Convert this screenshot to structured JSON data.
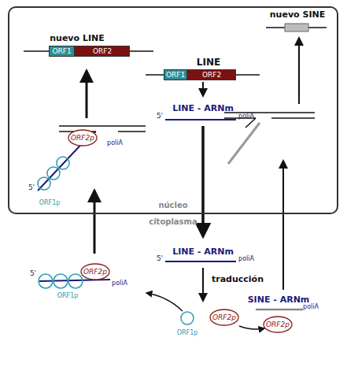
{
  "diagram": {
    "nodes": [
      {
        "text": [
          "núcleo"
        ]
      },
      {
        "text": [
          "ORF1"
        ],
        "in": 0
      },
      {
        "text": [
          "ORF2"
        ],
        "in": 0
      },
      {
        "text": [
          "ORF1"
        ],
        "in": 0
      },
      {
        "text": [
          "ORF2"
        ],
        "in": 0
      },
      {
        "text": [
          "ORF2p"
        ],
        "in": 0
      },
      {
        "text": [
          "ORF2p"
        ]
      },
      {
        "text": [
          "ORF2p"
        ]
      },
      {
        "text": [
          "ORF2p"
        ]
      }
    ],
    "labels": [
      "nuevo SINE",
      "nuevo LINE",
      "LINE",
      "LINE - ARNm",
      "5'",
      "poliA",
      "poliA",
      "5'",
      "ORF1p",
      "citoplasma",
      "LINE - ARNm",
      "5'",
      "poliA",
      "5'",
      "traducción",
      "poliA",
      "ORF1p",
      "SINE - ARNm",
      "poliA",
      "ORF1p"
    ]
  }
}
